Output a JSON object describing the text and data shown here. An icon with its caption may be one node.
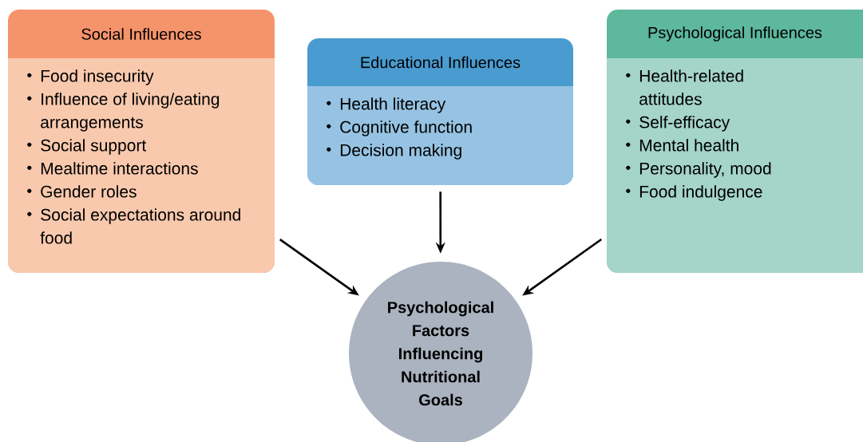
{
  "diagram": {
    "nodes": [
      {
        "text": [
          "Social Influences",
          "Food insecurity",
          "Influence of living/eating arrangements",
          "Social support",
          "Mealtime interactions",
          "Gender roles",
          "Social expectations around food"
        ]
      },
      {
        "text": [
          "Educational Influences",
          "Health literacy",
          "Cognitive function",
          "Decision making"
        ]
      },
      {
        "text": [
          "Psychological Influences",
          "Health-related attitudes",
          "Self-efficacy",
          "Mental health",
          "Personality, mood",
          "Food indulgence"
        ]
      },
      {
        "text": [
          "Psychological Factors Influencing Nutritional Goals"
        ]
      }
    ],
    "edges": [
      {
        "from": 0,
        "to": 3,
        "arrow": "to"
      },
      {
        "from": 1,
        "to": 3,
        "arrow": "to"
      },
      {
        "from": 2,
        "to": 3,
        "arrow": "to"
      }
    ]
  }
}
